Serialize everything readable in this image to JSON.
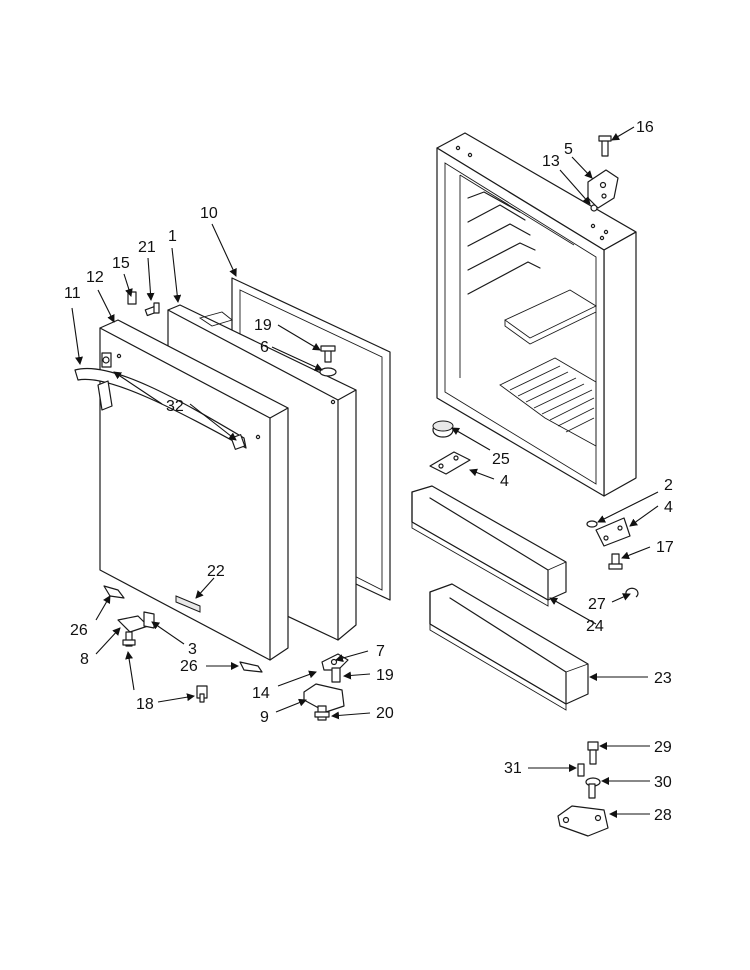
{
  "diagram": {
    "callouts": [
      {
        "id": "c11",
        "label": "11"
      },
      {
        "id": "c12",
        "label": "12"
      },
      {
        "id": "c15",
        "label": "15"
      },
      {
        "id": "c21",
        "label": "21"
      },
      {
        "id": "c1",
        "label": "1"
      },
      {
        "id": "c10",
        "label": "10"
      },
      {
        "id": "c19a",
        "label": "19"
      },
      {
        "id": "c6",
        "label": "6"
      },
      {
        "id": "c32",
        "label": "32"
      },
      {
        "id": "c22",
        "label": "22"
      },
      {
        "id": "c26a",
        "label": "26"
      },
      {
        "id": "c8",
        "label": "8"
      },
      {
        "id": "c3",
        "label": "3"
      },
      {
        "id": "c26b",
        "label": "26"
      },
      {
        "id": "c18",
        "label": "18"
      },
      {
        "id": "c7",
        "label": "7"
      },
      {
        "id": "c14",
        "label": "14"
      },
      {
        "id": "c19b",
        "label": "19"
      },
      {
        "id": "c9",
        "label": "9"
      },
      {
        "id": "c20",
        "label": "20"
      },
      {
        "id": "c16",
        "label": "16"
      },
      {
        "id": "c5",
        "label": "5"
      },
      {
        "id": "c13",
        "label": "13"
      },
      {
        "id": "c25",
        "label": "25"
      },
      {
        "id": "c4a",
        "label": "4"
      },
      {
        "id": "c2",
        "label": "2"
      },
      {
        "id": "c4b",
        "label": "4"
      },
      {
        "id": "c17",
        "label": "17"
      },
      {
        "id": "c27",
        "label": "27"
      },
      {
        "id": "c24",
        "label": "24"
      },
      {
        "id": "c23",
        "label": "23"
      },
      {
        "id": "c29",
        "label": "29"
      },
      {
        "id": "c31",
        "label": "31"
      },
      {
        "id": "c30",
        "label": "30"
      },
      {
        "id": "c28",
        "label": "28"
      }
    ]
  }
}
